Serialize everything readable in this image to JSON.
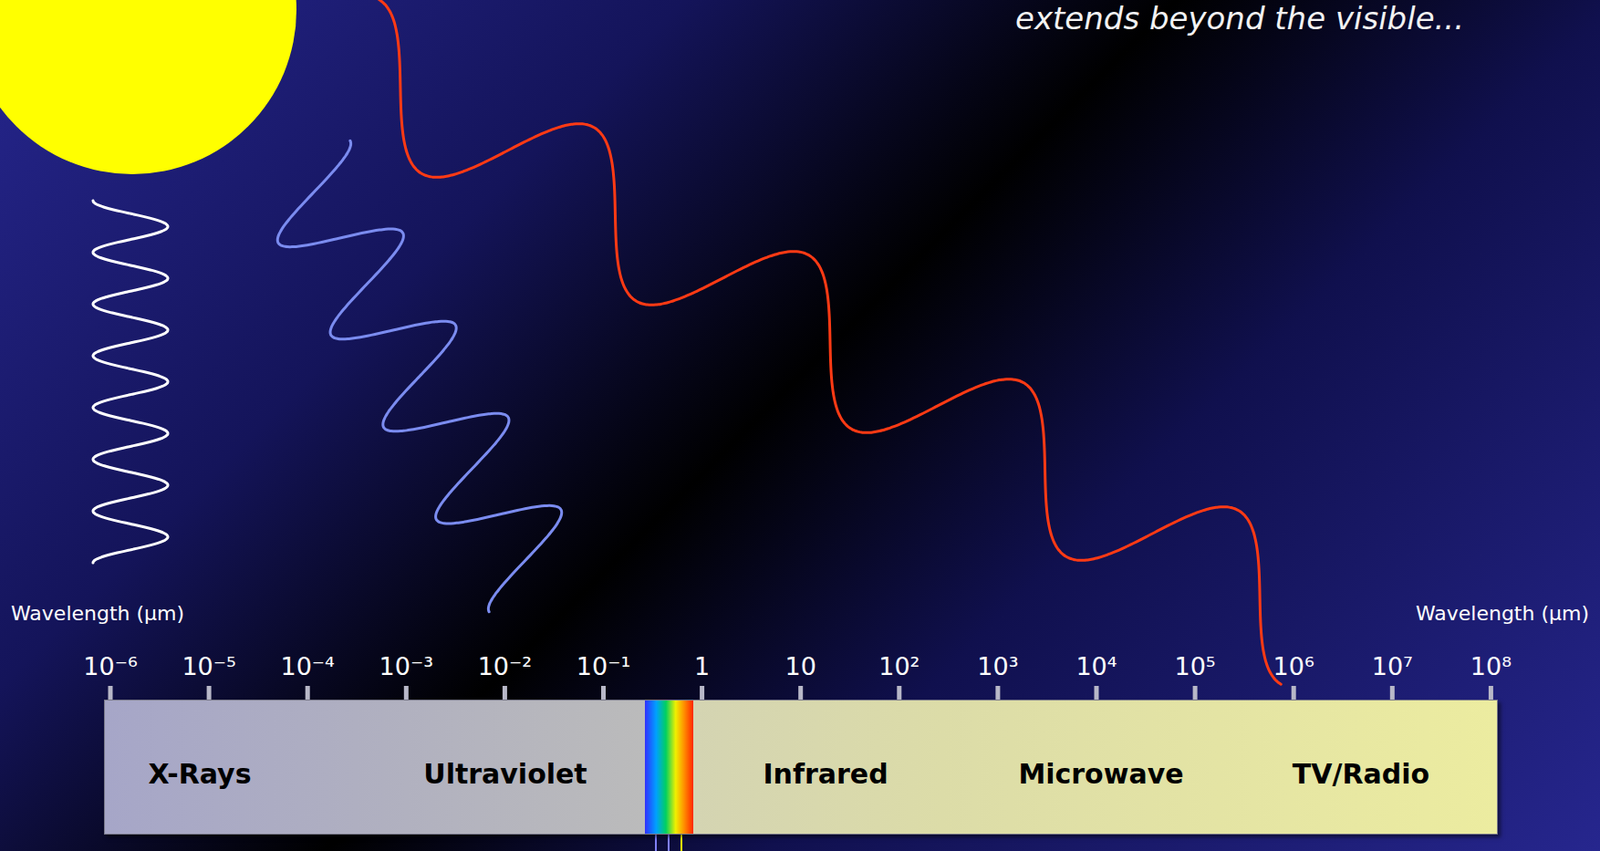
{
  "diagram": {
    "title": "extends beyond the visible...",
    "nodes": [
      {
        "text": [
          "X-Rays",
          "Ultraviolet",
          "Infrared",
          "Microwave",
          "TV/Radio"
        ]
      }
    ],
    "labels": [
      "Wavelength (μm)",
      "Wavelength (μm)",
      "10⁻⁶",
      "10⁻⁵",
      "10⁻⁴",
      "10⁻³",
      "10⁻²",
      "10⁻¹",
      "1",
      "10",
      "10²",
      "10³",
      "10⁴",
      "10⁵",
      "10⁶",
      "10⁷",
      "10⁸"
    ]
  }
}
